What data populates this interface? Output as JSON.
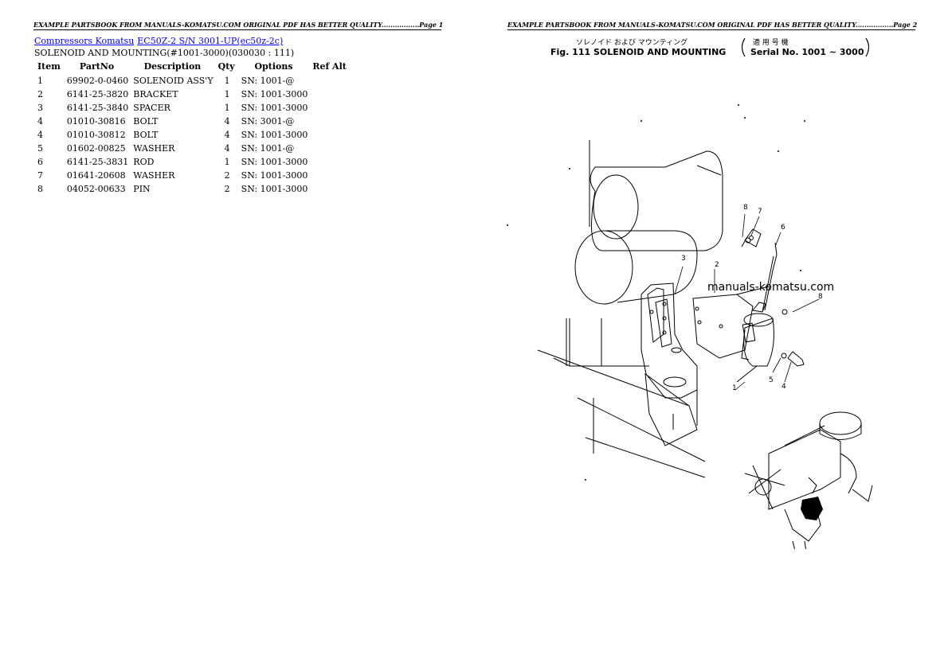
{
  "page1": {
    "header": "EXAMPLE PARTSBOOK FROM MANUALS-KOMATSU.COM ORIGINAL PDF HAS BETTER QUALITY.................Page 1"
  },
  "page2": {
    "header": "EXAMPLE PARTSBOOK FROM MANUALS-KOMATSU.COM ORIGINAL PDF HAS BETTER QUALITY.................Page 2"
  },
  "breadcrumb": {
    "link1": "Compressors Komatsu",
    "link2": "EC50Z-2 S/N 3001-UP(ec50z-2c)"
  },
  "doc_title": "SOLENOID AND MOUNTING(#1001-3000)(030030 : 111)",
  "table": {
    "headers": [
      "Item",
      "PartNo",
      "Description",
      "Qty",
      "Options",
      "Ref Alt"
    ],
    "rows": [
      [
        "1",
        "69902-0-0460",
        "SOLENOID ASS'Y",
        "1",
        "SN: 1001-@",
        ""
      ],
      [
        "2",
        "6141-25-3820",
        "BRACKET",
        "1",
        "SN: 1001-3000",
        ""
      ],
      [
        "3",
        "6141-25-3840",
        "SPACER",
        "1",
        "SN: 1001-3000",
        ""
      ],
      [
        "4",
        "01010-30816",
        "BOLT",
        "4",
        "SN: 3001-@",
        ""
      ],
      [
        "4",
        "01010-30812",
        "BOLT",
        "4",
        "SN: 1001-3000",
        ""
      ],
      [
        "5",
        "01602-00825",
        "WASHER",
        "4",
        "SN: 1001-@",
        ""
      ],
      [
        "6",
        "6141-25-3831",
        "ROD",
        "1",
        "SN: 1001-3000",
        ""
      ],
      [
        "7",
        "01641-20608",
        "WASHER",
        "2",
        "SN: 1001-3000",
        ""
      ],
      [
        "8",
        "04052-00633",
        "PIN",
        "2",
        "SN: 1001-3000",
        ""
      ]
    ]
  },
  "figure": {
    "japanese_title": "ソレノイド および マウンティング",
    "japanese_serial": "適 用 号 機",
    "title": "Fig. 111  SOLENOID AND MOUNTING",
    "serial": "Serial No. 1001 ~ 3000",
    "watermark": "manuals-komatsu.com",
    "callouts": [
      "8",
      "7",
      "6",
      "3",
      "2",
      "8",
      "1",
      "5",
      "4"
    ]
  }
}
